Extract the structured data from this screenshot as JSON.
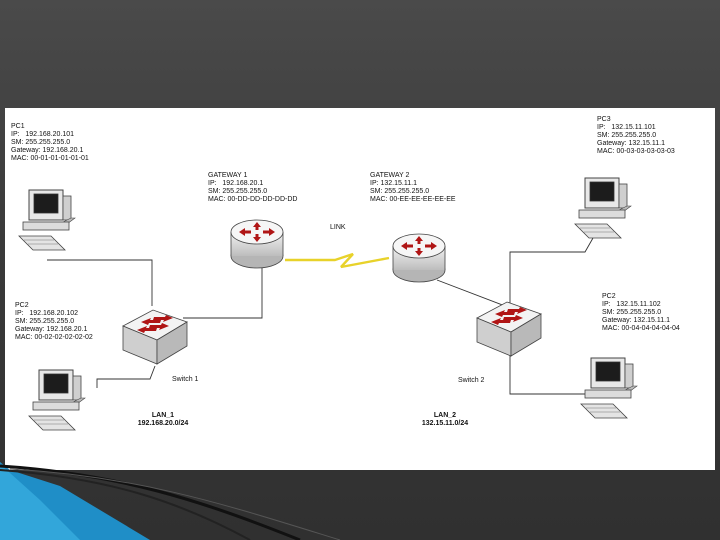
{
  "pc1": {
    "name": "PC1",
    "ip": "IP:   192.168.20.101",
    "sm": "SM: 255.255.255.0",
    "gw": "Gateway: 192.168.20.1",
    "mac": "MAC: 00-01-01-01-01-01"
  },
  "pc2_left": {
    "name": "PC2",
    "ip": "IP:   192.168.20.102",
    "sm": "SM: 255.255.255.0",
    "gw": "Gateway: 192.168.20.1",
    "mac": "MAC: 00-02-02-02-02-02"
  },
  "pc3": {
    "name": "PC3",
    "ip": "IP:   132.15.11.101",
    "sm": "SM: 255.255.255.0",
    "gw": "Gateway: 132.15.11.1",
    "mac": "MAC: 00-03-03-03-03-03"
  },
  "pc2_right": {
    "name": "PC2",
    "ip": "IP:   132.15.11.102",
    "sm": "SM: 255.255.255.0",
    "gw": "Gateway: 132.15.11.1",
    "mac": "MAC: 00-04-04-04-04-04"
  },
  "gateway1": {
    "name": "GATEWAY 1",
    "ip": "IP:   192.168.20.1",
    "sm": "SM: 255.255.255.0",
    "mac": "MAC: 00-DD-DD-DD-DD-DD"
  },
  "gateway2": {
    "name": "GATEWAY 2",
    "ip": "IP: 132.15.11.1",
    "sm": "SM: 255.255.255.0",
    "mac": "MAC: 00-EE-EE-EE-EE-EE"
  },
  "link_label": "LINK",
  "switch1_label": "Switch 1",
  "switch2_label": "Switch 2",
  "lan1": {
    "name": "LAN_1",
    "subnet": "192.168.20.0/24"
  },
  "lan2": {
    "name": "LAN_2",
    "subnet": "132.15.11.0/24"
  },
  "colors": {
    "router_arrow": "#b01515",
    "link": "#e8d22a",
    "device": "#d8d8d8"
  }
}
